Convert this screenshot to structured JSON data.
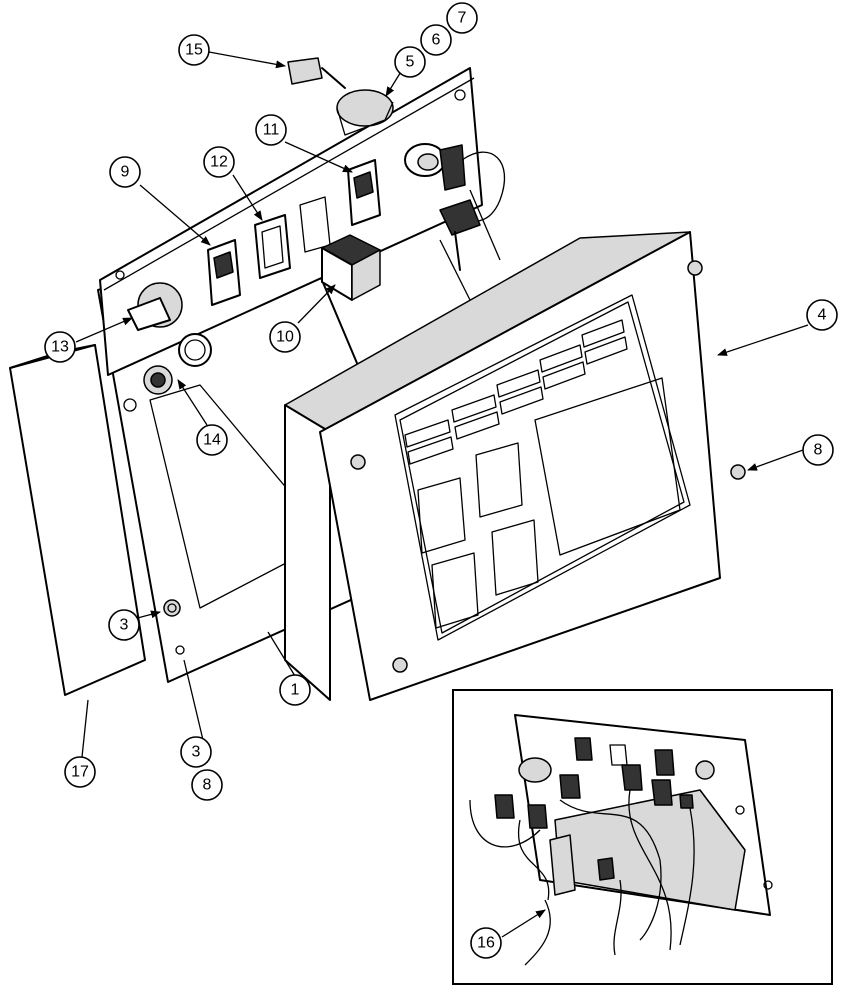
{
  "callouts": {
    "c1": "1",
    "c3a": "3",
    "c3b": "3",
    "c4": "4",
    "c5": "5",
    "c6": "6",
    "c7": "7",
    "c8a": "8",
    "c8b": "8",
    "c9": "9",
    "c10": "10",
    "c11": "11",
    "c12": "12",
    "c13": "13",
    "c14": "14",
    "c15": "15",
    "c16": "16",
    "c17": "17"
  }
}
